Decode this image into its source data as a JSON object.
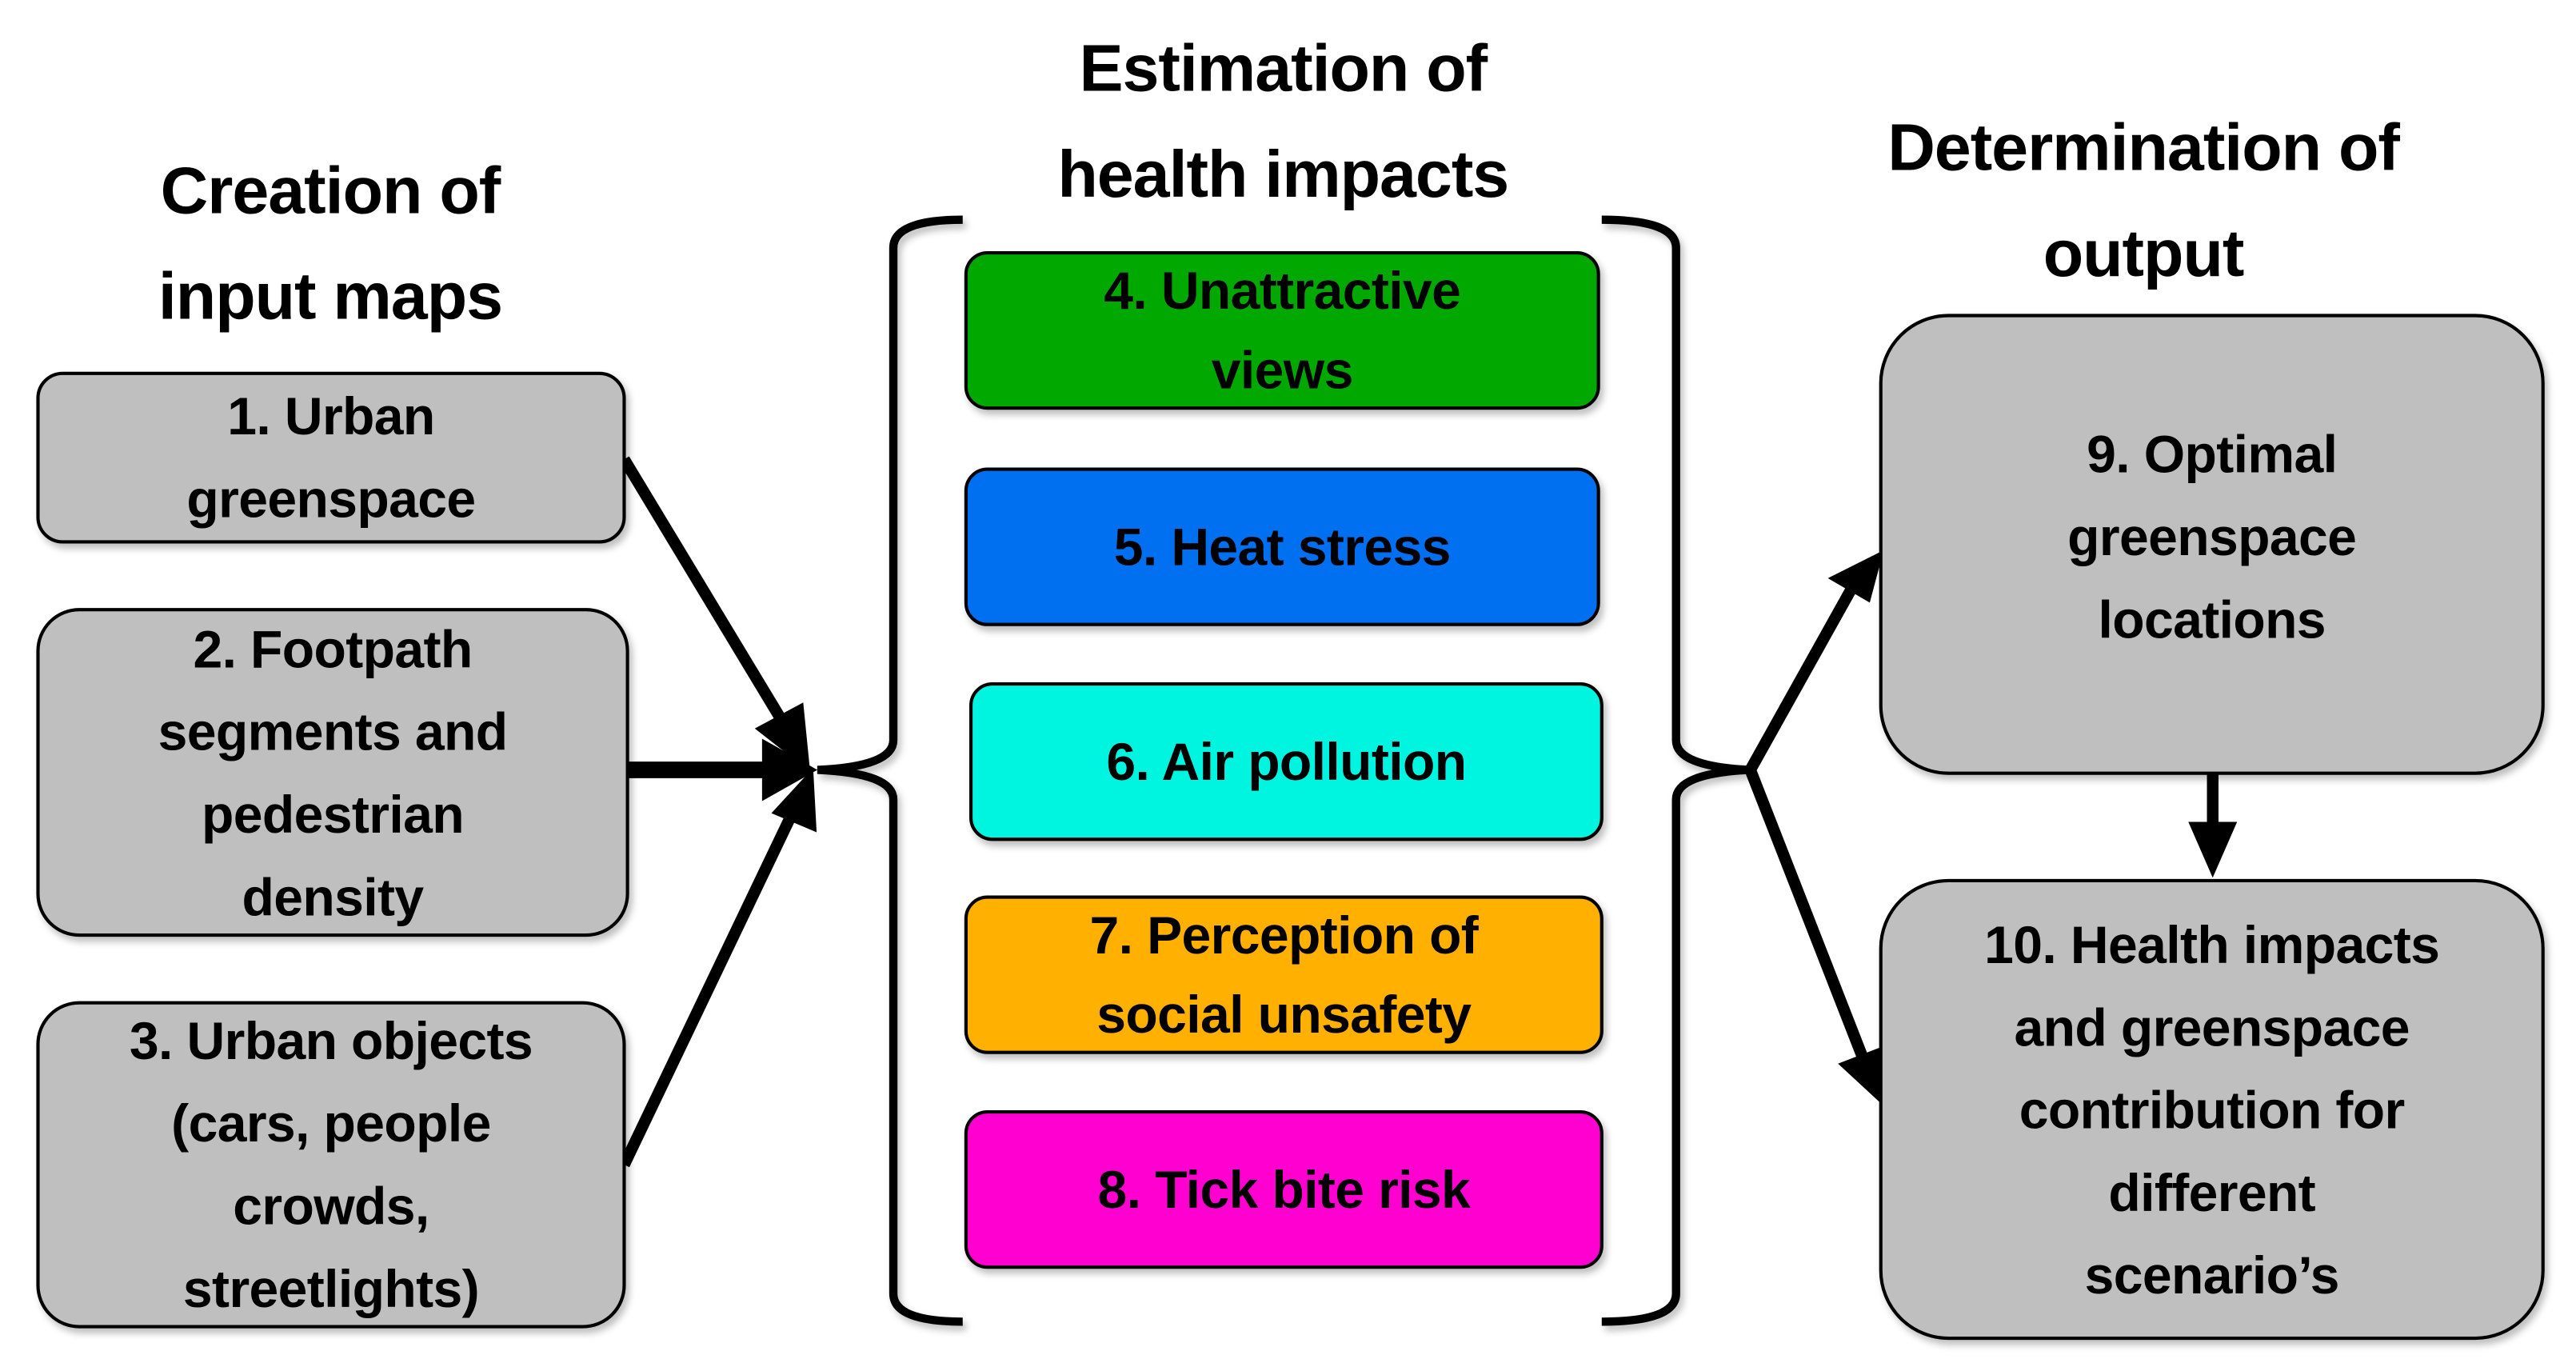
{
  "diagram": {
    "type": "flowchart",
    "columns": [
      {
        "id": "input",
        "heading": {
          "lines": [
            "Creation of",
            "input maps"
          ]
        },
        "nodes": [
          {
            "id": "1",
            "lines": [
              "1. Urban",
              "greenspace"
            ],
            "fill": "#BFBFBF"
          },
          {
            "id": "2",
            "lines": [
              "2. Footpath",
              "segments and",
              "pedestrian",
              "density"
            ],
            "fill": "#BFBFBF"
          },
          {
            "id": "3",
            "lines": [
              "3. Urban objects",
              "(cars, people",
              "crowds,",
              "streetlights)"
            ],
            "fill": "#BFBFBF"
          }
        ]
      },
      {
        "id": "health",
        "heading": {
          "lines": [
            "Estimation of",
            "health impacts"
          ]
        },
        "nodes": [
          {
            "id": "4",
            "lines": [
              "4. Unattractive",
              "views"
            ],
            "fill": "#00A800"
          },
          {
            "id": "5",
            "lines": [
              "5. Heat stress"
            ],
            "fill": "#0070F0"
          },
          {
            "id": "6",
            "lines": [
              "6. Air pollution"
            ],
            "fill": "#00F5E1"
          },
          {
            "id": "7",
            "lines": [
              "7. Perception of",
              "social unsafety"
            ],
            "fill": "#FFB000"
          },
          {
            "id": "8",
            "lines": [
              "8. Tick bite risk"
            ],
            "fill": "#FF00D0"
          }
        ]
      },
      {
        "id": "output",
        "heading": {
          "lines": [
            "Determination of",
            "output"
          ]
        },
        "nodes": [
          {
            "id": "9",
            "lines": [
              "9. Optimal",
              "greenspace",
              "locations"
            ],
            "fill": "#BFBFBF"
          },
          {
            "id": "10",
            "lines": [
              "10. Health impacts",
              "and greenspace",
              "contribution for",
              "different",
              "scenario’s"
            ],
            "fill": "#BFBFBF"
          }
        ]
      }
    ],
    "edges": [
      {
        "from": "1",
        "to": "health-group"
      },
      {
        "from": "2",
        "to": "health-group"
      },
      {
        "from": "3",
        "to": "health-group"
      },
      {
        "from": "health-group",
        "to": "9"
      },
      {
        "from": "health-group",
        "to": "10"
      },
      {
        "from": "9",
        "to": "10"
      }
    ]
  }
}
